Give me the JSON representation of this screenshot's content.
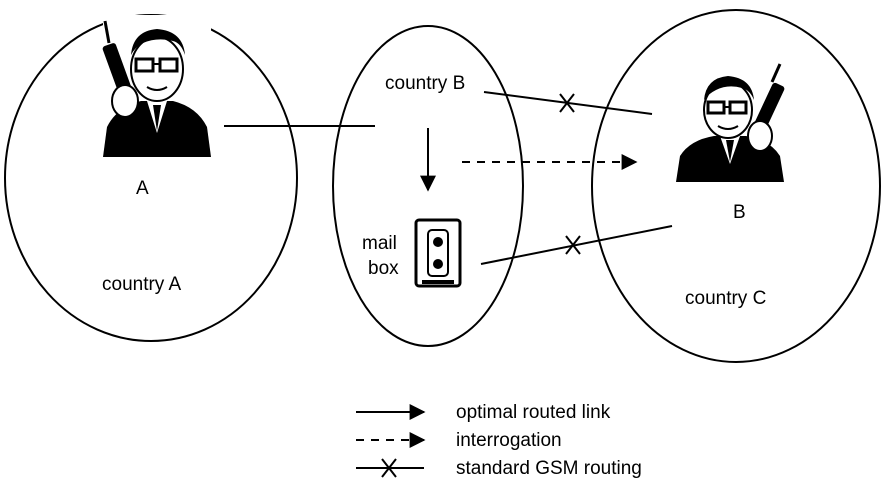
{
  "nodes": {
    "country_a": {
      "label": "country A",
      "caller_label": "A"
    },
    "country_b": {
      "label": "country B",
      "mailbox_label_line1": "mail",
      "mailbox_label_line2": "box"
    },
    "country_c": {
      "label": "country C",
      "callee_label": "B"
    }
  },
  "legend": {
    "optimal": "optimal routed link",
    "interrogation": "interrogation",
    "standard": "standard GSM routing"
  },
  "icons": {
    "caller": "man-on-phone-icon",
    "callee": "man-on-phone-icon",
    "mailbox": "cassette-tape-icon"
  }
}
